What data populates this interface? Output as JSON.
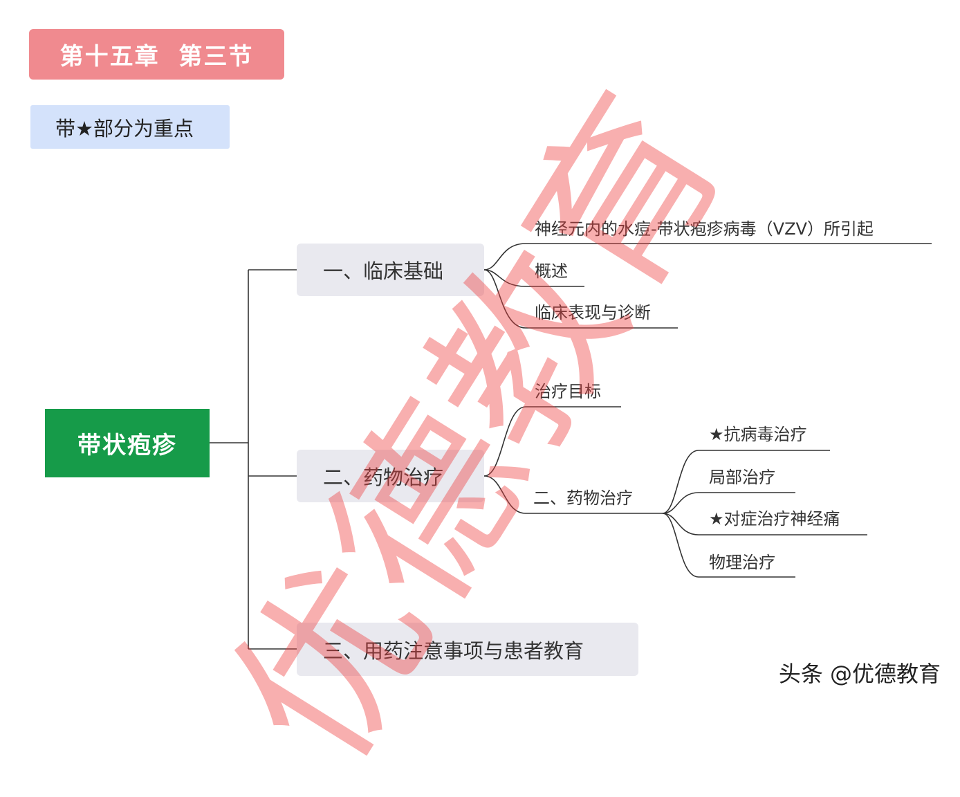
{
  "chapter_label": "第十五章  第三节",
  "key_note": "带★部分为重点",
  "root": "带状疱疹",
  "branches": [
    {
      "label": "一、临床基础",
      "children": [
        "神经元内的水痘-带状疱疹病毒（VZV）所引起",
        "概述",
        "临床表现与诊断"
      ]
    },
    {
      "label": "二、药物治疗",
      "children": [
        "治疗目标",
        "二、药物治疗"
      ],
      "sub_children": [
        "★抗病毒治疗",
        "局部治疗",
        "★对症治疗神经痛",
        "物理治疗"
      ]
    },
    {
      "label": "三、用药注意事项与患者教育"
    }
  ],
  "watermark": "优德教育",
  "credit": "头条 @优德教育",
  "colors": {
    "chapter_bg": "#f08a8f",
    "note_bg": "#d4e2fb",
    "root_bg": "#169b49",
    "branch_bg": "#e9e9ef",
    "watermark": "#ee4040",
    "connector": "#333333"
  }
}
